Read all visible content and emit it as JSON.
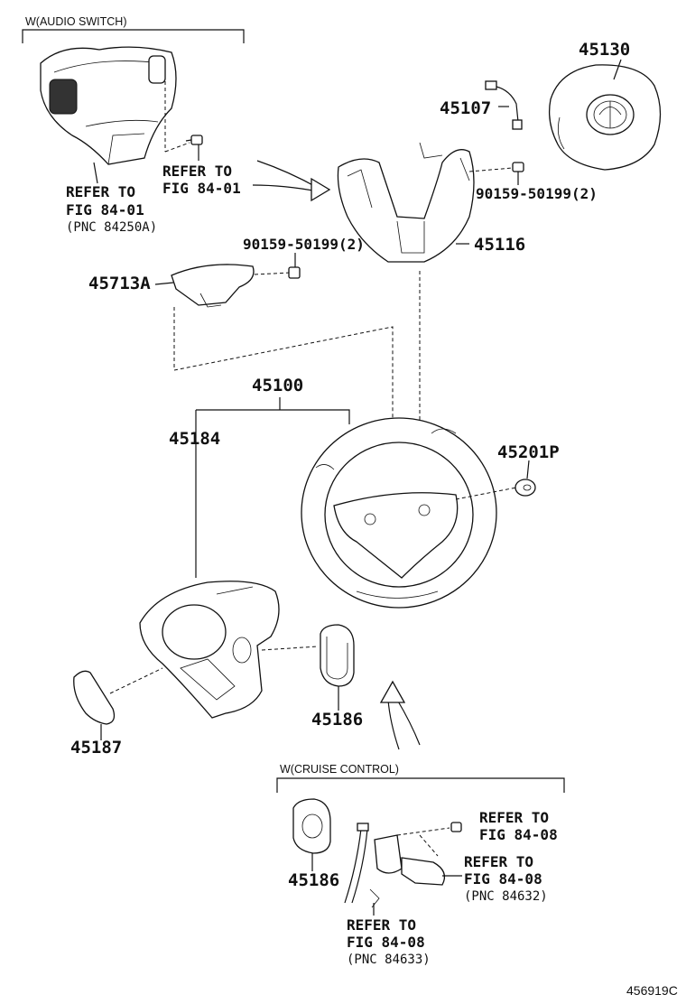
{
  "sections": {
    "audio_switch": "W(AUDIO SWITCH)",
    "cruise_control": "W(CRUISE CONTROL)"
  },
  "parts": {
    "p45130": "45130",
    "p45107": "45107",
    "p45116": "45116",
    "p45713a": "45713A",
    "p45100": "45100",
    "p45184": "45184",
    "p45201p": "45201P",
    "p45186_top": "45186",
    "p45187": "45187",
    "p45186_bottom": "45186"
  },
  "screws": {
    "screw_right": "90159-50199(2)",
    "screw_left": "90159-50199(2)"
  },
  "refs": {
    "audio_main_1": "REFER TO",
    "audio_main_2": "FIG 84-01",
    "audio_main_3": "(PNC 84250A)",
    "audio_screw_1": "REFER TO",
    "audio_screw_2": "FIG 84-01",
    "cruise_screw_1": "REFER TO",
    "cruise_screw_2": "FIG 84-08",
    "cruise_lever_1": "REFER TO",
    "cruise_lever_2": "FIG 84-08",
    "cruise_lever_3": "(PNC 84632)",
    "cruise_wire_1": "REFER TO",
    "cruise_wire_2": "FIG 84-08",
    "cruise_wire_3": "(PNC 84633)"
  },
  "diagram_code": "456919C",
  "icons": [
    "steering-wheel-icon",
    "airbag-icon",
    "toyota-emblem-icon",
    "arrow-icon",
    "bolt-icon"
  ]
}
